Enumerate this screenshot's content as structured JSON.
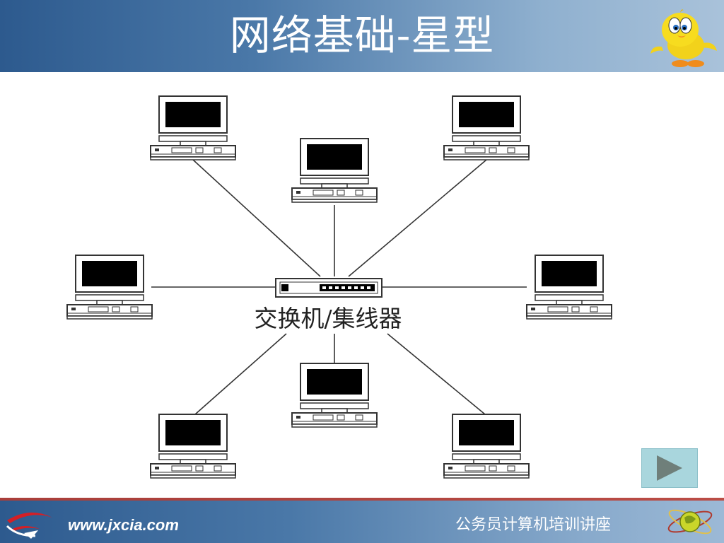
{
  "slide": {
    "title": "网络基础-星型"
  },
  "diagram": {
    "hub_label": "交换机/集线器",
    "nodes": [
      {
        "id": "pc-top-left"
      },
      {
        "id": "pc-top-center"
      },
      {
        "id": "pc-top-right"
      },
      {
        "id": "pc-middle-left"
      },
      {
        "id": "pc-middle-right"
      },
      {
        "id": "pc-bottom-left"
      },
      {
        "id": "pc-bottom-center"
      },
      {
        "id": "pc-bottom-right"
      }
    ],
    "edges": [
      {
        "from": "hub",
        "to": "pc-top-left"
      },
      {
        "from": "hub",
        "to": "pc-top-center"
      },
      {
        "from": "hub",
        "to": "pc-top-right"
      },
      {
        "from": "hub",
        "to": "pc-middle-left"
      },
      {
        "from": "hub",
        "to": "pc-middle-right"
      },
      {
        "from": "hub",
        "to": "pc-bottom-left"
      },
      {
        "from": "hub",
        "to": "pc-bottom-center"
      },
      {
        "from": "hub",
        "to": "pc-bottom-right"
      }
    ]
  },
  "footer": {
    "website": "www.jxcia.com",
    "course_name": "公务员计算机培训讲座"
  },
  "icons": {
    "mascot": "tweety-bird-icon",
    "next": "play-triangle-icon",
    "footer_logo": "red-arc-logo-icon",
    "footer_emblem": "atom-globe-icon"
  }
}
